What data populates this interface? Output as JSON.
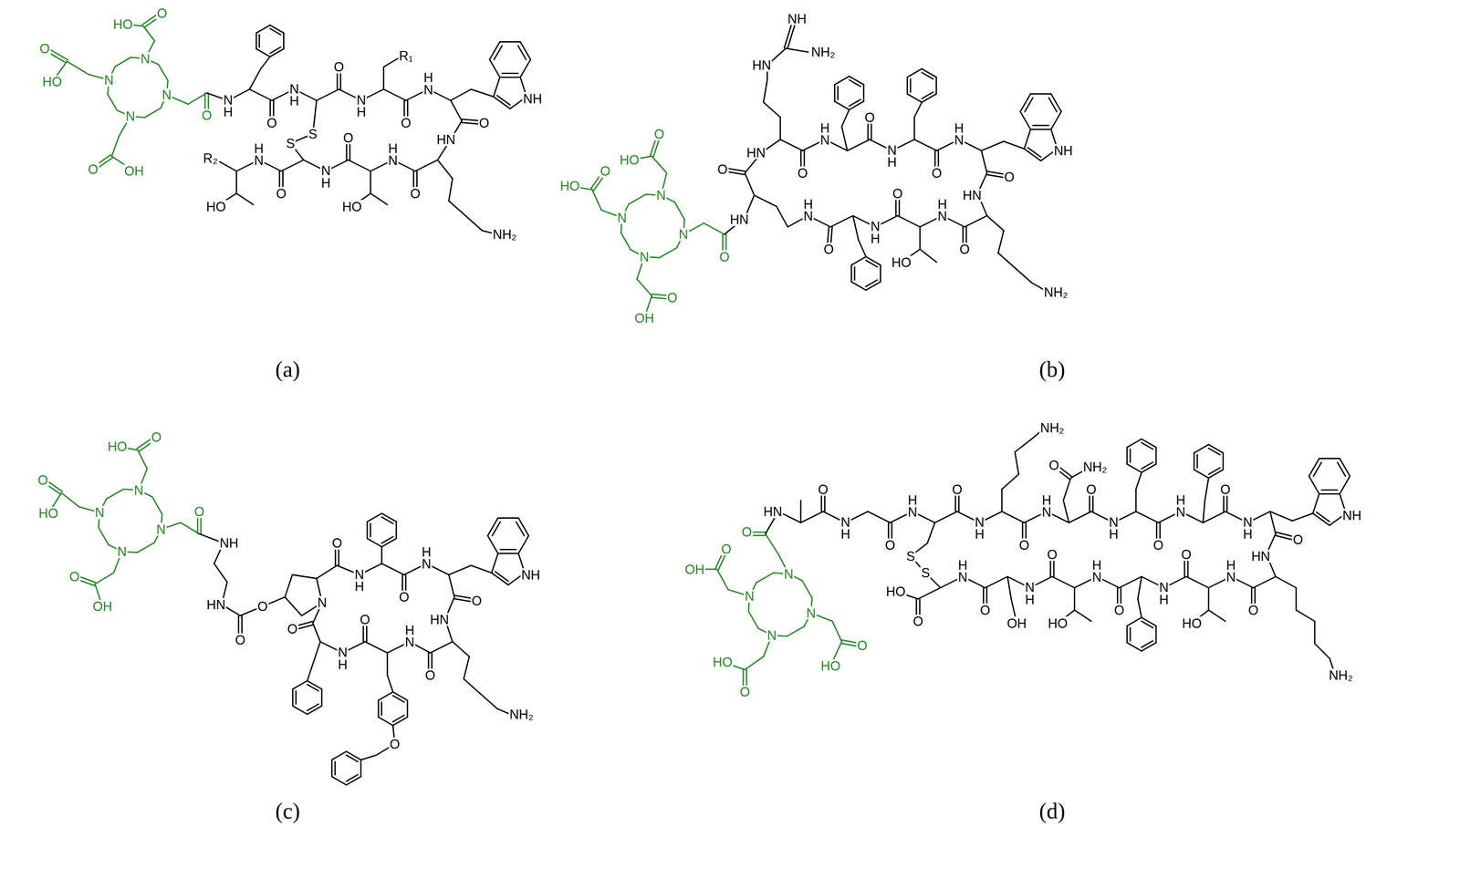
{
  "diagram": {
    "labels": [
      "HO",
      "O",
      "O",
      "HO",
      "N",
      "N",
      "N",
      "N",
      "O",
      "OH",
      "O",
      "N H",
      "O",
      "N H",
      "S",
      "O",
      "N H",
      "R₁",
      "O",
      "H N",
      "NH",
      "O",
      "HN",
      "NH₂",
      "O",
      "H N",
      "HO",
      "O",
      "N H",
      "S",
      "O",
      "H N",
      "R₂",
      "HO",
      "(a)",
      "HO",
      "O",
      "O",
      "HO",
      "N",
      "N",
      "N",
      "N",
      "O",
      "OH",
      "O",
      "NH",
      "NH₂",
      "HN",
      "HN",
      "O",
      "H N",
      "O",
      "N H",
      "O",
      "H N",
      "NH",
      "O",
      "HN",
      "NH₂",
      "O",
      "H N",
      "HO",
      "O",
      "N H",
      "O",
      "H N",
      "O",
      "HN",
      "(b)",
      "HO",
      "O",
      "O",
      "HO",
      "N",
      "N",
      "N",
      "N",
      "O",
      "OH",
      "O",
      "NH",
      "HN",
      "O",
      "O",
      "N",
      "O",
      "N H",
      "O",
      "H N",
      "NH",
      "O",
      "HN",
      "NH₂",
      "O",
      "H N",
      "O",
      "N H",
      "O",
      "O",
      "(c)",
      "O",
      "O",
      "OH",
      "N",
      "N",
      "N",
      "N",
      "HO",
      "O",
      "HO",
      "O",
      "HN",
      "O",
      "N H",
      "O",
      "H N",
      "S",
      "S",
      "O",
      "N H",
      "NH₂",
      "O",
      "H N",
      "O",
      "NH₂",
      "O",
      "N H",
      "O",
      "H N",
      "O",
      "N H",
      "NH",
      "O",
      "HN",
      "NH₂",
      "O",
      "H N",
      "HO",
      "O",
      "N H",
      "O",
      "H N",
      "HO",
      "O",
      "N H",
      "OH",
      "O",
      "H N",
      "HO",
      "O",
      "(d)"
    ]
  }
}
